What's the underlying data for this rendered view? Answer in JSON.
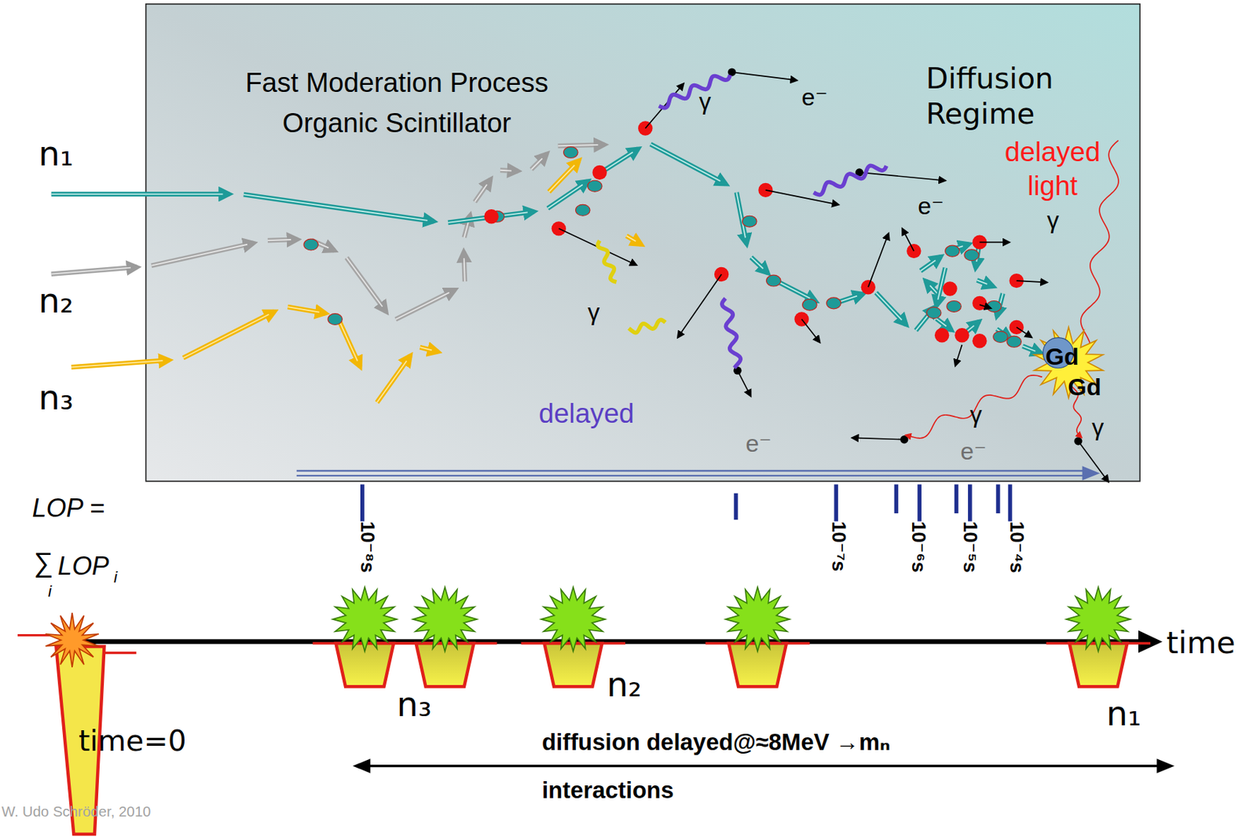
{
  "diagram": {
    "labels": [
      "Fast Moderation Process Organic Scintillator",
      "Diffusion Regime",
      "delayed light",
      "n₁",
      "n₂",
      "n₃",
      "γ",
      "e⁻",
      "e⁻",
      "γ",
      "γ",
      "Gd",
      "Gd",
      "delayed",
      "γ",
      "γ",
      "e⁻",
      "e⁻",
      "LOP =",
      "∑",
      "i",
      "LOP",
      "i",
      "10⁻⁸s",
      "10⁻⁷s",
      "10⁻⁶s",
      "10⁻⁵s",
      "10⁻⁴s",
      "time",
      "n₂",
      "n₃",
      "time=0",
      "diffusion delayed@≈8MeV →mₙ interactions",
      "n₁",
      "W. Udo Schröder, 2010"
    ]
  }
}
